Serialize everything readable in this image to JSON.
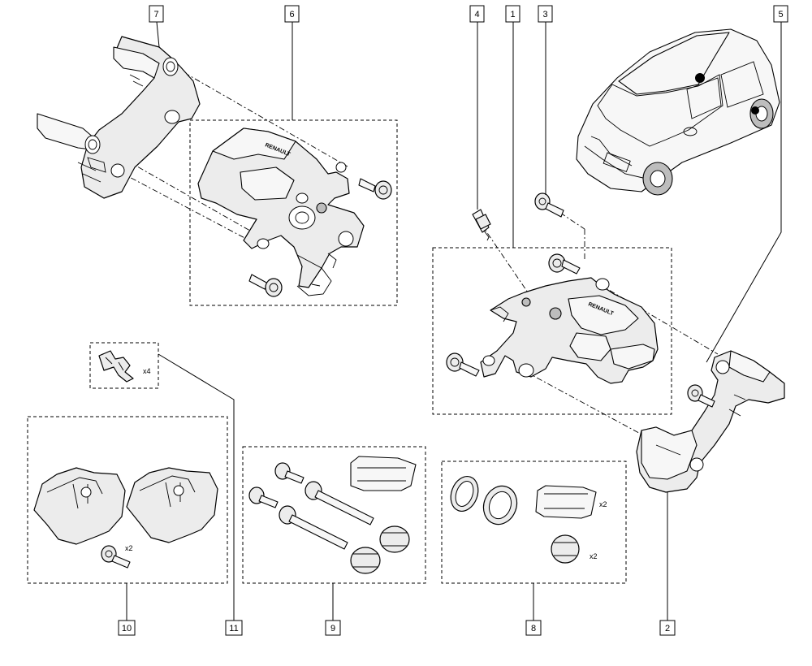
{
  "callouts": {
    "c1": "1",
    "c2": "2",
    "c3": "3",
    "c4": "4",
    "c5": "5",
    "c6": "6",
    "c7": "7",
    "c8": "8",
    "c9": "9",
    "c10": "10",
    "c11": "11"
  },
  "quantities": {
    "clip_x4": "x4",
    "pad_bolt_x2": "x2",
    "seal_x2": "x2",
    "boot_x2": "x2"
  },
  "brand": {
    "left_caliper": "RENAULT",
    "right_caliper": "RENAULT"
  }
}
